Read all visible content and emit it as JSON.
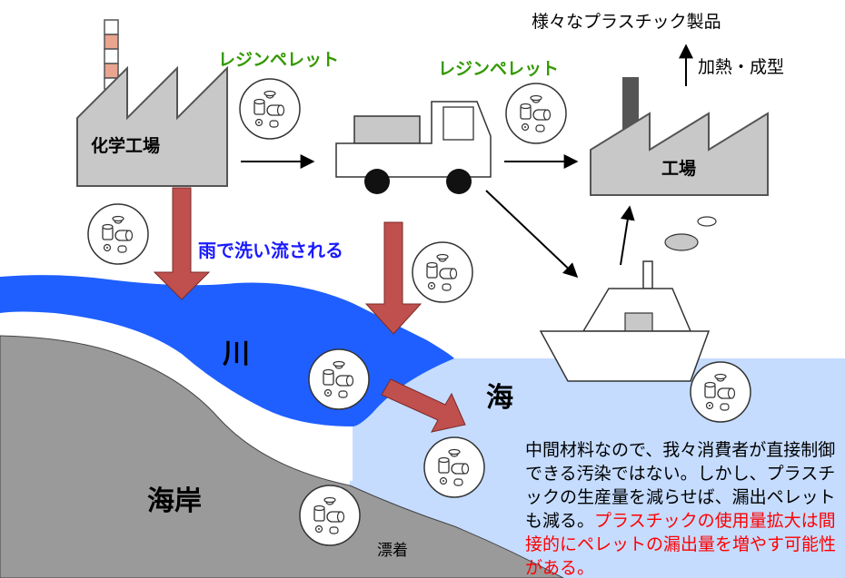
{
  "labels": {
    "products": "様々なプラスチック製品",
    "heating": "加熱・成型",
    "resin1": "レジンペレット",
    "resin2": "レジンペレット",
    "chem_factory": "化学工場",
    "factory": "工場",
    "rain": "雨で洗い流される",
    "river": "川",
    "sea": "海",
    "coast": "海岸",
    "stranded": "漂着"
  },
  "description": {
    "black": "中間材料なので、我々消費者が直接制御できる汚染ではない。しかし、プラスチックの生産量を減らせば、漏出ペレットも減る。",
    "red": "プラスチックの使用量拡大は間接的にペレットの漏出量を増やす可能性がある。"
  },
  "colors": {
    "resin_label": "#339900",
    "rain_label": "#1a1aff",
    "river": "#1f5fff",
    "sea": "#c5dcff",
    "coast": "#9a9a9a",
    "flow_arrow": "#c0504d",
    "highlight_text": "#ff0000"
  }
}
